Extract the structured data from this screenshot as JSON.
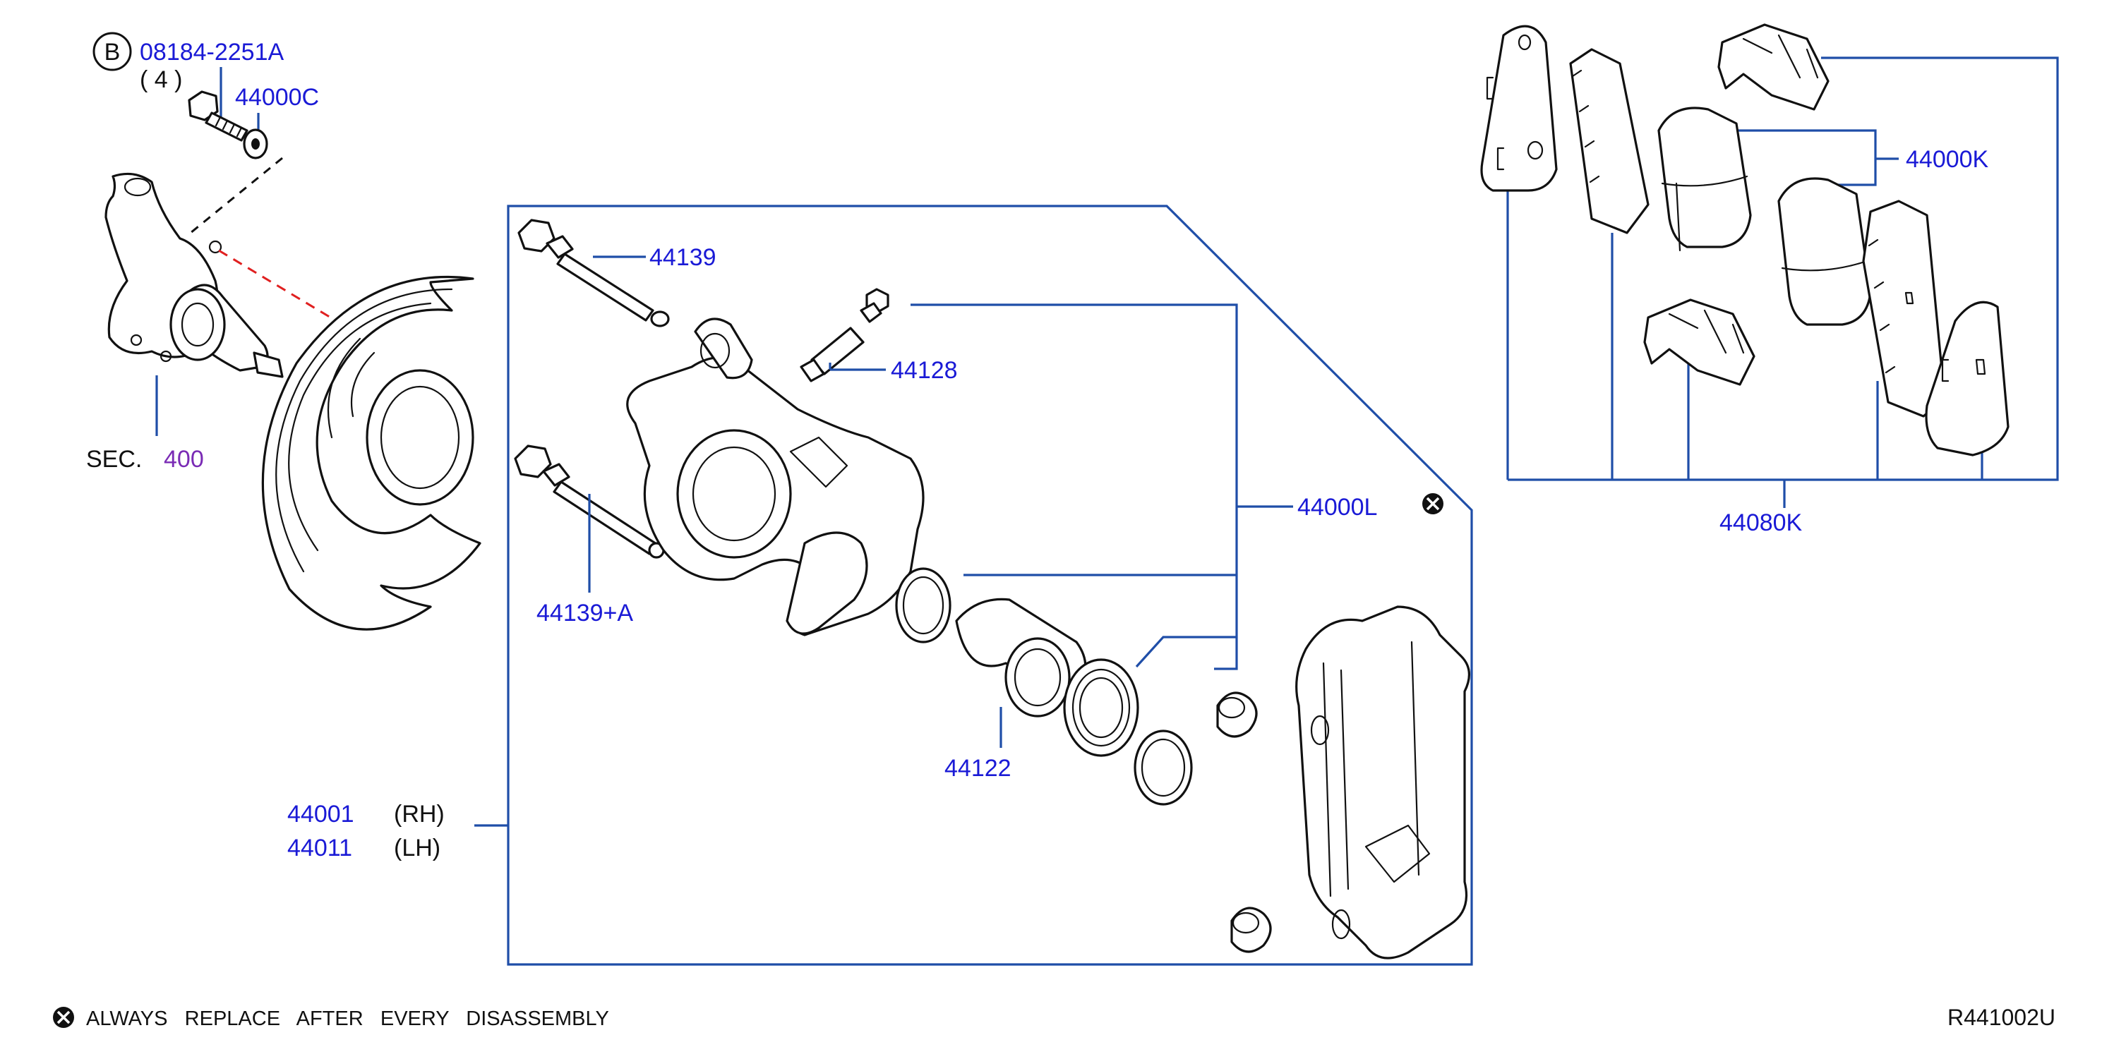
{
  "diagram": {
    "ref_code": "R441002U",
    "note": "ALWAYS   REPLACE   AFTER   EVERY   DISASSEMBLY",
    "colors": {
      "label": "#1a1ad6",
      "leader": "#1f4ea8",
      "section_link": "#7a2bb5",
      "dashed_red": "#e02020",
      "line": "#111111"
    },
    "callouts": {
      "bolt_part": "08184-2251A",
      "bolt_marker": "B",
      "bolt_qty": "( 4 )",
      "washer": "44000C",
      "section_prefix": "SEC.",
      "section_number": "400",
      "slide_pin_upper": "44139",
      "slide_pin_lower": "44139+A",
      "bleeder": "44128",
      "seal_kit": "44000L",
      "piston": "44122",
      "caliper_rh": "44001",
      "caliper_rh_side": "(RH)",
      "caliper_lh": "44011",
      "caliper_lh_side": "(LH)",
      "shim_kit": "44000K",
      "pad_kit": "44080K"
    }
  }
}
